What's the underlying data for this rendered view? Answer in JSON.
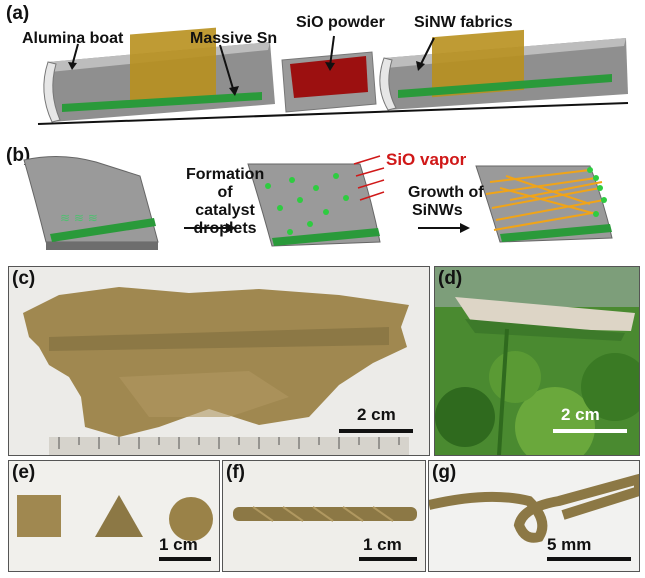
{
  "panel_labels": {
    "a": "(a)",
    "b": "(b)",
    "c": "(c)",
    "d": "(d)",
    "e": "(e)",
    "f": "(f)",
    "g": "(g)"
  },
  "panel_a": {
    "alumina_boat": "Alumina boat",
    "massive_sn": "Massive Sn",
    "sio_powder": "SiO powder",
    "sinw_fabrics": "SiNW fabrics"
  },
  "panel_b": {
    "step1_line1": "Formation",
    "step1_line2": "of catalyst",
    "step1_line3": "droplets",
    "sio_vapor": "SiO vapor",
    "step2_line1": "Growth of",
    "step2_line2": "SiNWs"
  },
  "scale_bars": {
    "c": "2 cm",
    "d": "2 cm",
    "e": "1 cm",
    "f": "1 cm",
    "g": "5 mm"
  },
  "colors": {
    "boat_gray": "#9a9a9a",
    "sn_gold": "#b8901e",
    "rod_green": "#2a9a3a",
    "powder_red": "#9c1010",
    "vapor_red": "#d01818",
    "wire_orange": "#f0a418",
    "droplet_green": "#2ecc40",
    "fabric_tan": "#a08850"
  }
}
